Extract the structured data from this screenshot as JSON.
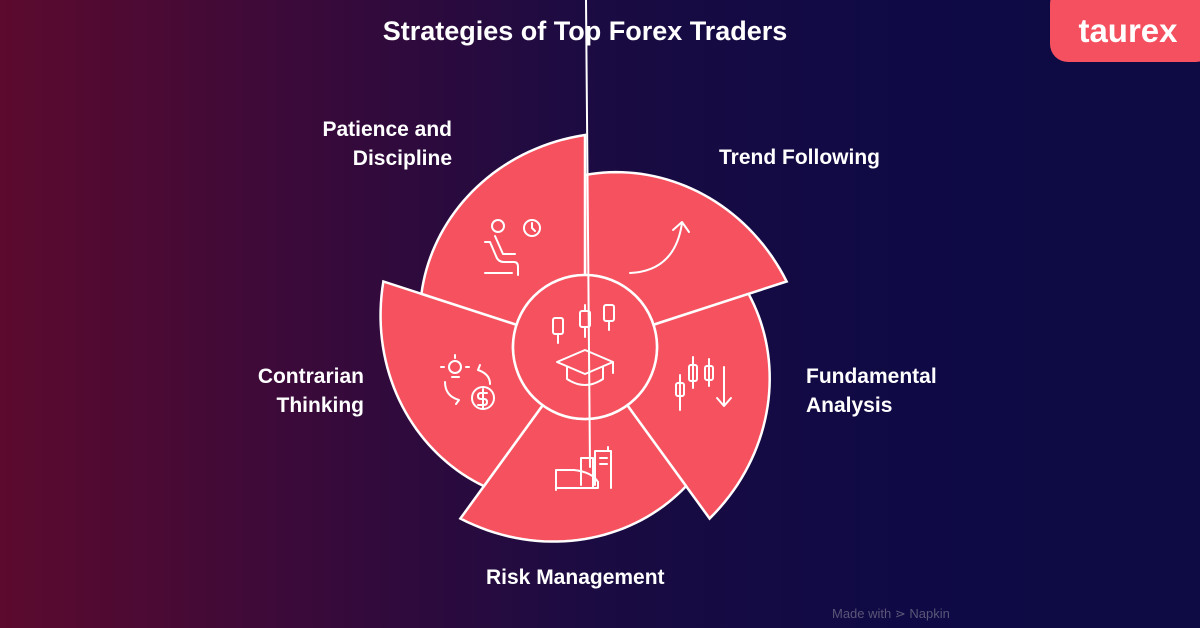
{
  "title": "Strategies of Top Forex Traders",
  "logo": "taurex",
  "credit": "Made with ⋗ Napkin",
  "colors": {
    "segment": "#f5515f",
    "stroke": "#ffffff",
    "logo_bg": "#f5505f"
  },
  "segments": [
    {
      "label_line1": "Trend Following",
      "label_line2": "",
      "icon": "trend-up-arrow-icon"
    },
    {
      "label_line1": "Fundamental",
      "label_line2": "Analysis",
      "icon": "candlestick-down-icon"
    },
    {
      "label_line1": "Risk Management",
      "label_line2": "",
      "icon": "buildings-shield-icon"
    },
    {
      "label_line1": "Contrarian",
      "label_line2": "Thinking",
      "icon": "idea-money-cycle-icon"
    },
    {
      "label_line1": "Patience and",
      "label_line2": "Discipline",
      "icon": "seated-person-clock-icon"
    }
  ],
  "center_icon": "candlestick-graduation-cap-icon"
}
